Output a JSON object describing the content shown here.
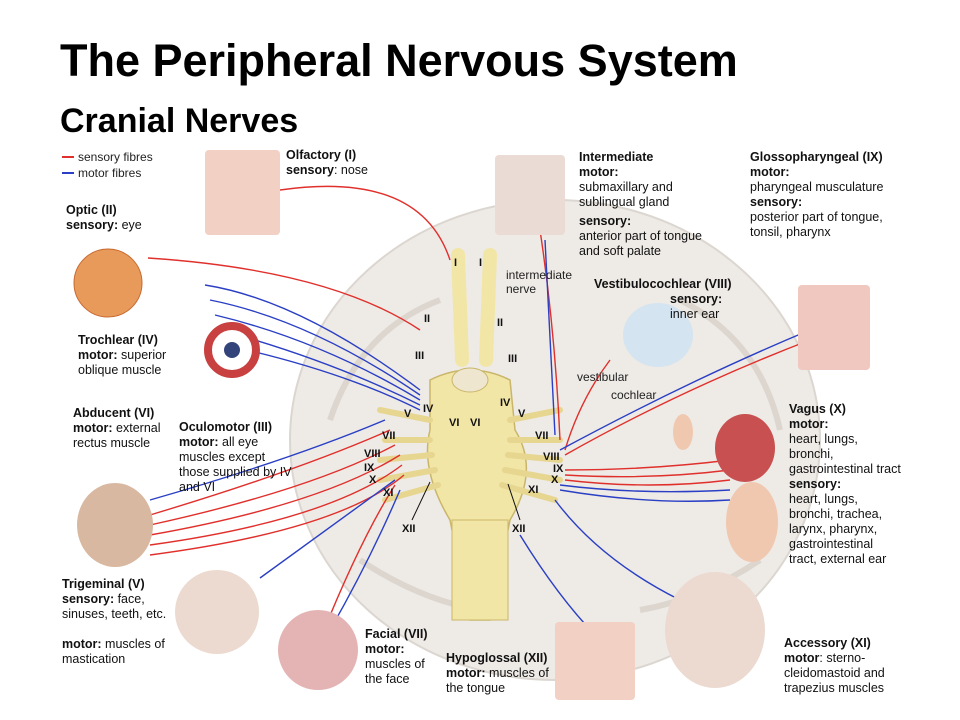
{
  "header": {
    "title": "The Peripheral Nervous System",
    "subtitle": "Cranial Nerves"
  },
  "legend": {
    "sensory": "sensory fibres",
    "motor": "motor fibres"
  },
  "colors": {
    "sensory": "#e0302c",
    "motor": "#2a3fc4",
    "brain": "#eeeae6",
    "stem": "#f2e6a6",
    "stem_edge": "#c9b66a"
  },
  "nerves": {
    "olfactory": {
      "name": "Olfactory (I)",
      "sensory_label": "sensory",
      "sensory": ": nose"
    },
    "optic": {
      "name": "Optic (II)",
      "sensory_label": "sensory:",
      "sensory": " eye"
    },
    "trochlear": {
      "name": "Trochlear (IV)",
      "motor_label": "motor:",
      "motor": " superior oblique muscle"
    },
    "abducent": {
      "name": "Abducent (VI)",
      "motor_label": "motor:",
      "motor": " external rectus muscle"
    },
    "oculomotor": {
      "name": "Oculomotor (III)",
      "motor_label": "motor:",
      "motor": " all eye muscles except those supplied by IV and VI"
    },
    "trigeminal": {
      "name": "Trigeminal (V)",
      "sensory_label": "sensory:",
      "sensory": " face, sinuses, teeth, etc.",
      "motor_label": "motor:",
      "motor": " muscles of mastication"
    },
    "facial": {
      "name": "Facial (VII)",
      "motor_label": "motor:",
      "motor": "muscles of the face"
    },
    "hypoglossal": {
      "name": "Hypoglossal (XII)",
      "motor_label": "motor:",
      "motor": " muscles of the tongue"
    },
    "intermediate": {
      "name": "Intermediate",
      "motor_label": "motor:",
      "motor": "submaxillary and sublingual gland",
      "sensory_label": "sensory:",
      "sensory": "anterior part of tongue and soft palate"
    },
    "glossopharyngeal": {
      "name": "Glossopharyngeal (IX)",
      "motor_label": "motor:",
      "motor": "pharyngeal musculature",
      "sensory_label": "sensory:",
      "sensory": "posterior part of tongue, tonsil, pharynx"
    },
    "vestibulocochlear": {
      "name": "Vestibulocochlear (VIII)",
      "sensory_label": "sensory:",
      "sensory": "inner ear"
    },
    "vagus": {
      "name": "Vagus (X)",
      "motor_label": "motor:",
      "motor": "heart, lungs, bronchi, gastrointestinal tract",
      "sensory_label": "sensory:",
      "sensory": "heart, lungs, bronchi, trachea, larynx, pharynx, gastrointestinal tract, external ear"
    },
    "accessory": {
      "name": "Accessory (XI)",
      "motor_label": "motor",
      "motor": ": sterno-cleidomastoid and trapezius muscles"
    }
  },
  "small_labels": {
    "intermediate_nerve": "intermediate nerve",
    "vestibular": "vestibular",
    "cochlear": "cochlear"
  },
  "roman": {
    "I": "I",
    "II": "II",
    "III": "III",
    "IV": "IV",
    "V": "V",
    "VI": "VI",
    "VII": "VII",
    "VIII": "VIII",
    "IX": "IX",
    "X": "X",
    "XI": "XI",
    "XII": "XII"
  }
}
